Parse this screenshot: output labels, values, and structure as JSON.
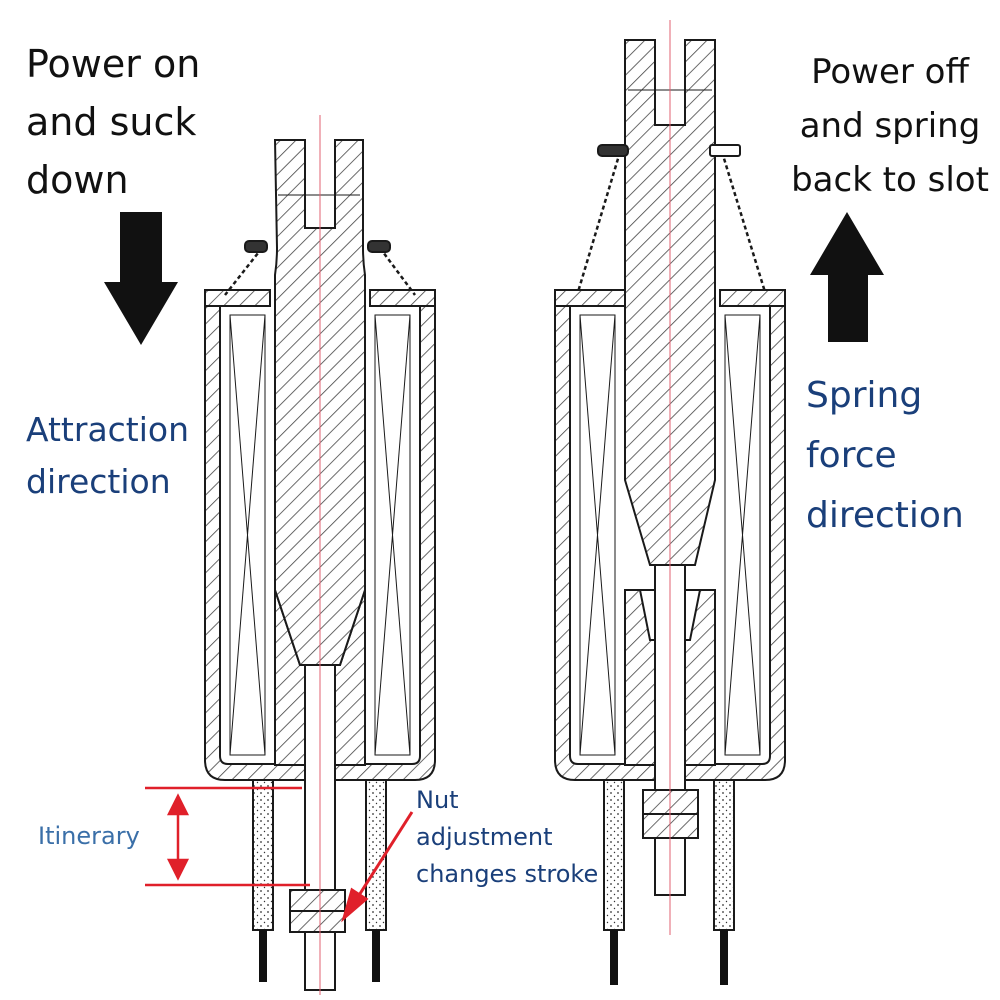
{
  "labels": {
    "power_on": "Power on\nand suck\ndown",
    "power_off": "Power off\nand spring\nback to slot",
    "attraction": "Attraction\ndirection",
    "spring_force": "Spring\nforce\ndirection",
    "itinerary": "Itinerary",
    "nut_note": "Nut\nadjustment\nchanges stroke"
  },
  "colors": {
    "line": "#1a1a1a",
    "hatch": "#444444",
    "annotation_red": "#e0202a",
    "label_blue": "#1a3f7a",
    "label_light_blue": "#3a6fa8"
  },
  "icons": {
    "down_arrow": "down-arrow-icon",
    "up_arrow": "up-arrow-icon"
  }
}
